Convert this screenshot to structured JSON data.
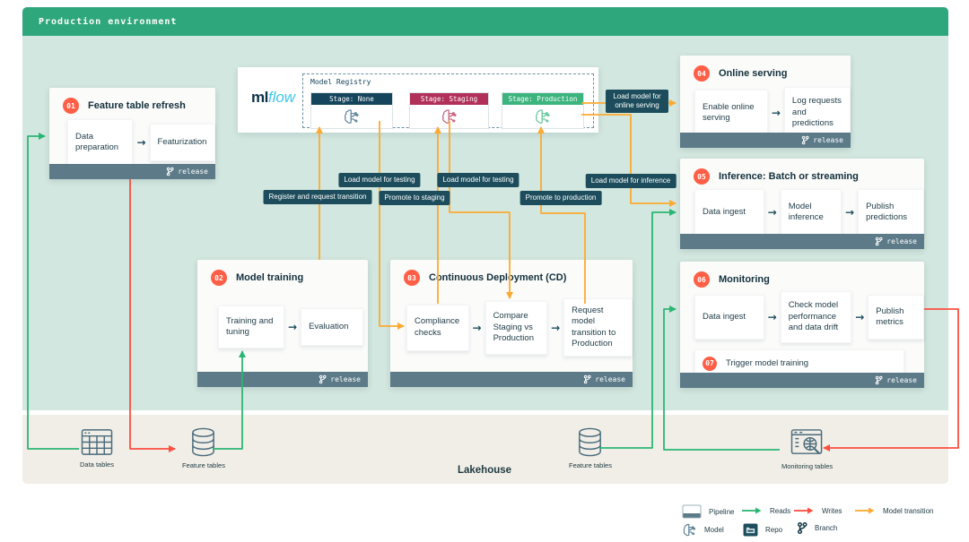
{
  "header": {
    "title": "Production environment"
  },
  "registry": {
    "logo_ml": "ml",
    "logo_flow": "flow",
    "title": "Model Registry",
    "stages": [
      {
        "label": "Stage: None"
      },
      {
        "label": "Stage: Staging"
      },
      {
        "label": "Stage: Production"
      }
    ]
  },
  "boxes": {
    "b01": {
      "number": "01",
      "title": "Feature table refresh",
      "steps": [
        "Data preparation",
        "Featurization"
      ],
      "release": "release"
    },
    "b02": {
      "number": "02",
      "title": "Model training",
      "steps": [
        "Training and tuning",
        "Evaluation"
      ],
      "release": "release"
    },
    "b03": {
      "number": "03",
      "title": "Continuous Deployment (CD)",
      "steps": [
        "Compliance checks",
        "Compare Staging vs Production",
        "Request model transition to Production"
      ],
      "release": "release"
    },
    "b04": {
      "number": "04",
      "title": "Online serving",
      "steps": [
        "Enable online serving",
        "Log requests and predictions"
      ],
      "release": "release"
    },
    "b05": {
      "number": "05",
      "title": "Inference: Batch or streaming",
      "steps": [
        "Data ingest",
        "Model inference",
        "Publish predictions"
      ],
      "release": "release"
    },
    "b06": {
      "number": "06",
      "title": "Monitoring",
      "steps": [
        "Data ingest",
        "Check model performance and data drift",
        "Publish metrics"
      ],
      "trigger": {
        "number": "07",
        "label": "Trigger model training"
      },
      "release": "release"
    }
  },
  "arrows": {
    "register_transition": "Register and request transition",
    "load_testing_1": "Load model for testing",
    "promote_staging": "Promote to staging",
    "load_testing_2": "Load model for testing",
    "promote_production": "Promote to production",
    "load_online_serving": "Load model for online serving",
    "load_inference": "Load model for inference"
  },
  "lakehouse": {
    "title": "Lakehouse",
    "tables": [
      {
        "label": "Data tables",
        "icon": "table-grid-icon"
      },
      {
        "label": "Feature tables",
        "icon": "database-icon"
      },
      {
        "label": "Feature tables",
        "icon": "database-icon"
      },
      {
        "label": "Monitoring tables",
        "icon": "monitoring-browser-icon"
      }
    ]
  },
  "legend": {
    "pipeline": "Pipeline",
    "reads": "Reads",
    "writes": "Writes",
    "model_transition": "Model transition",
    "model": "Model",
    "repo": "Repo",
    "branch": "Branch"
  },
  "colors": {
    "header_green": "#2fa77d",
    "body_teal": "#d2e7df",
    "lakehouse_cream": "#f1eee7",
    "reads_green": "#2bb673",
    "writes_red": "#fb4f41",
    "transition_orange": "#fcaa32",
    "number_red": "#ff5f46",
    "stage_none": "#15455c",
    "stage_staging": "#b03059",
    "stage_production": "#3cb47e",
    "release_bar": "#5c7a88",
    "badge": "#1d4d5c"
  }
}
